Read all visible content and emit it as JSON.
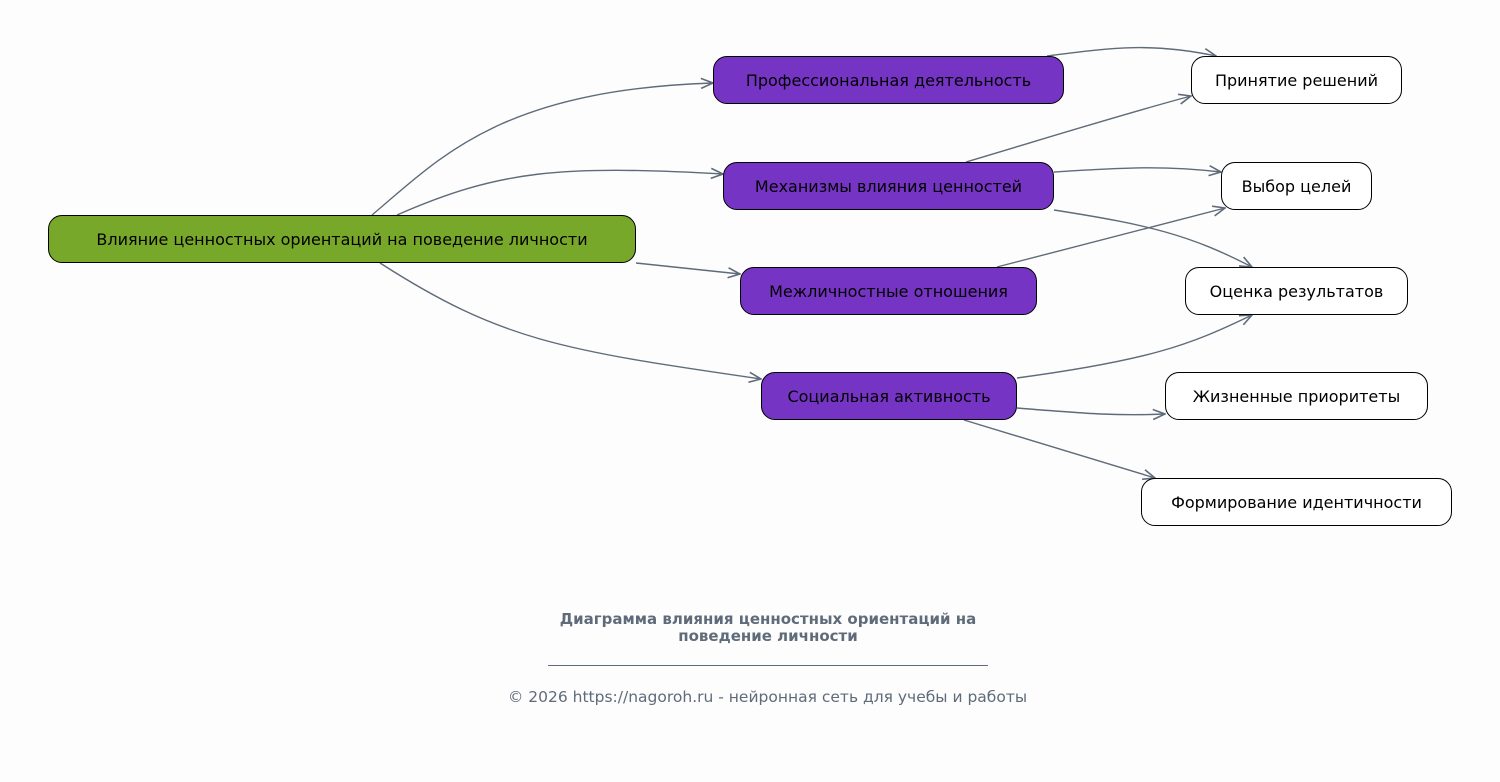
{
  "nodes": {
    "root": "Влияние ценностных ориентаций на поведение личности",
    "professional": "Профессиональная деятельность",
    "mechanisms": "Механизмы влияния ценностей",
    "interpersonal": "Межличностные отношения",
    "social": "Социальная активность",
    "decisions": "Принятие решений",
    "goals": "Выбор целей",
    "evaluation": "Оценка результатов",
    "priorities": "Жизненные приоритеты",
    "identity": "Формирование идентичности"
  },
  "edges": [
    [
      "root",
      "professional"
    ],
    [
      "root",
      "mechanisms"
    ],
    [
      "root",
      "interpersonal"
    ],
    [
      "root",
      "social"
    ],
    [
      "professional",
      "decisions"
    ],
    [
      "mechanisms",
      "decisions"
    ],
    [
      "mechanisms",
      "goals"
    ],
    [
      "mechanisms",
      "evaluation"
    ],
    [
      "interpersonal",
      "goals"
    ],
    [
      "social",
      "evaluation"
    ],
    [
      "social",
      "priorities"
    ],
    [
      "social",
      "identity"
    ]
  ],
  "colors": {
    "root": "#78a82a",
    "mid": "#7634c4",
    "leaf": "#ffffff",
    "edge": "#5f6b7a",
    "background": "#fdfdfd"
  },
  "caption": {
    "title_line1": "Диаграмма влияния ценностных ориентаций на",
    "title_line2": "поведение личности",
    "footer": "© 2026 https://nagoroh.ru - нейронная сеть для учебы и работы"
  }
}
